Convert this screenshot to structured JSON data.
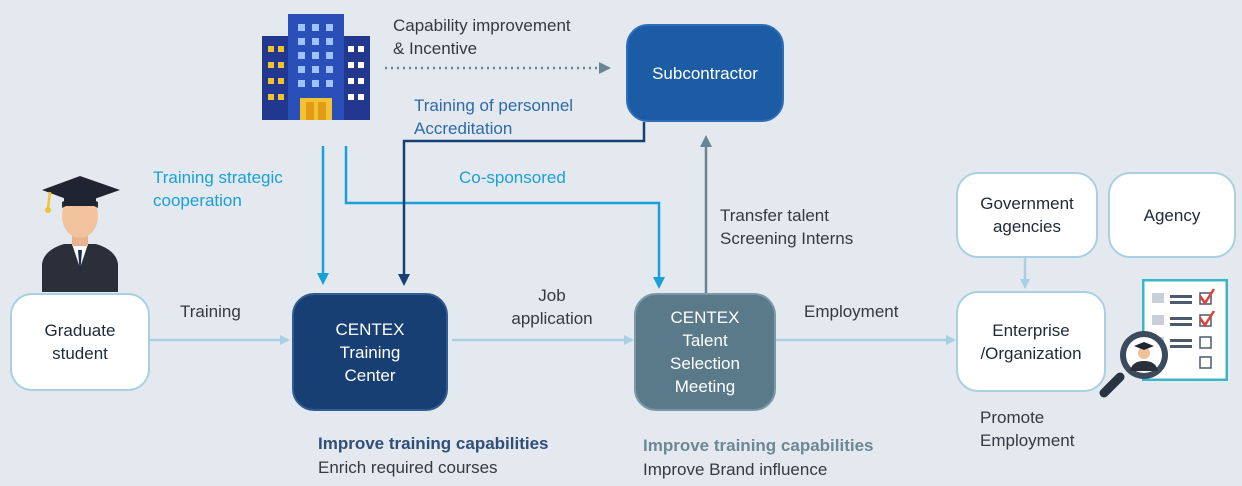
{
  "nodes": {
    "graduate": "Graduate\nstudent",
    "training_center": "CENTEX\nTraining\nCenter",
    "talent_meeting": "CENTEX\nTalent\nSelection\nMeeting",
    "subcontractor": "Subcontractor",
    "enterprise": "Enterprise\n/Organization",
    "government": "Government\nagencies",
    "agency": "Agency"
  },
  "edges": {
    "training": "Training",
    "job_application": "Job\napplication",
    "employment": "Employment",
    "capability": "Capability improvement\n& Incentive",
    "training_personnel": "Training of personnel\nAccreditation",
    "strategic": "Training strategic\ncooperation",
    "co_sponsored": "Co-sponsored",
    "transfer": "Transfer talent\nScreening Interns"
  },
  "notes": {
    "tc_bold": "Improve training capabilities",
    "tc_sub": "Enrich required courses",
    "tm_bold": "Improve training capabilities",
    "tm_sub": "Improve Brand influence",
    "promote": "Promote\nEmployment"
  },
  "icons": [
    "building-icon",
    "graduate-icon",
    "checklist-icon",
    "magnifier-graduate-icon"
  ],
  "colors": {
    "background": "#e4e9ef",
    "navy": "#173f73",
    "blue": "#1b5ca4",
    "slate": "#5b7a89",
    "cyan": "#1aa0d8",
    "light_arrow": "#a9cfe2"
  }
}
